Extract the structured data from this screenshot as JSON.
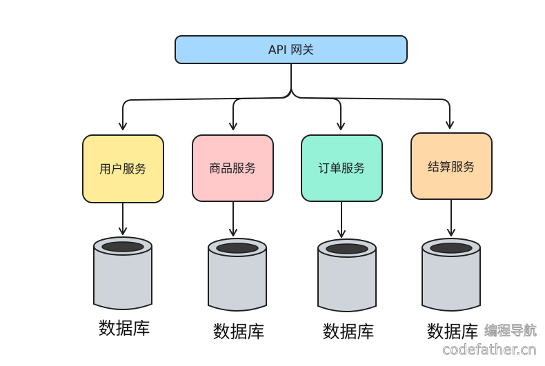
{
  "gateway": {
    "label": "API 网关",
    "fill": "#a5d8ff"
  },
  "services": [
    {
      "label": "用户服务",
      "fill": "#ffec99"
    },
    {
      "label": "商品服务",
      "fill": "#ffc9c9"
    },
    {
      "label": "订单服务",
      "fill": "#96f2d7"
    },
    {
      "label": "结算服务",
      "fill": "#ffd8a8"
    }
  ],
  "databases": [
    {
      "label": "数据库"
    },
    {
      "label": "数据库"
    },
    {
      "label": "数据库"
    },
    {
      "label": "数据库"
    }
  ],
  "database_fill": "#ced4da",
  "watermark": {
    "line1": "编程导航",
    "line2": "codefather.cn"
  }
}
